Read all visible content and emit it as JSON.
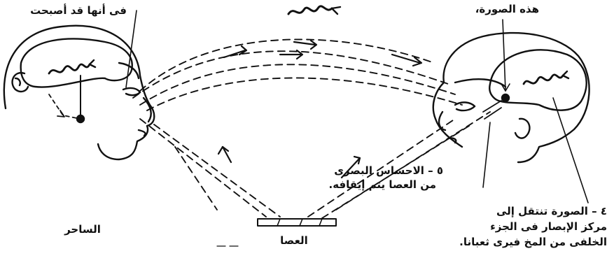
{
  "labels": {
    "magician_top": "فى أنها قد أصبحت",
    "viewer_top": "هذه الصورة،",
    "step5_line1": "٥ – الاحساس البصرى",
    "step5_line2": "من العصا يتم إيقافه.",
    "magician": "الساحر",
    "stick": "العصا",
    "step4_line1": "٤ – الصورة تنتقل إلى",
    "step4_line2": "مركز الإبصار فى الجزء",
    "step4_line3": "الخلفى من المخ فيرى ثعبانا."
  },
  "colors": {
    "ink": "#111111",
    "background": "#ffffff"
  }
}
